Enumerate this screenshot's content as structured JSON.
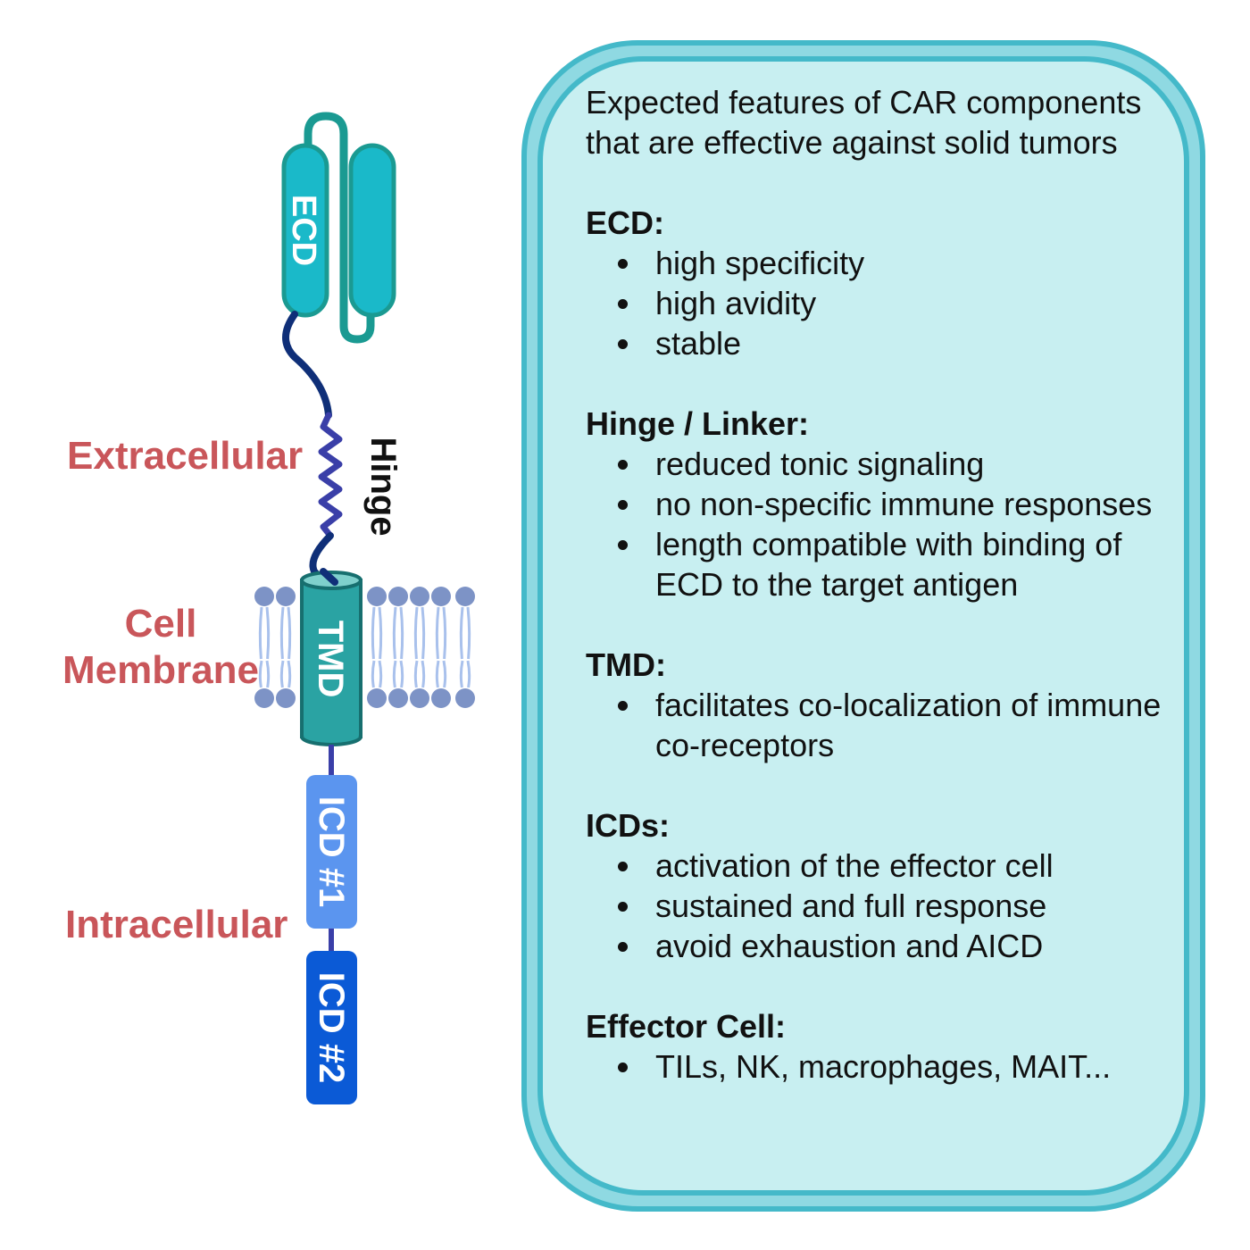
{
  "diagram": {
    "region_labels": {
      "extracellular": "Extracellular",
      "cell": "Cell",
      "membrane": "Membrane",
      "intracellular": "Intracellular"
    },
    "components": {
      "ecd": "ECD",
      "hinge": "Hinge",
      "tmd": "TMD",
      "icd1": "ICD #1",
      "icd2": "ICD #2"
    },
    "colors": {
      "region_label": "#c9565a",
      "ecd_fill": "#1ab9c9",
      "ecd_outline": "#1a9a92",
      "hinge_dark": "#0f2f78",
      "hinge_coil": "#3a3fa8",
      "tmd_fill": "#2aa3a3",
      "tmd_top": "#7fd0cc",
      "lipid_head": "#7d93c6",
      "lipid_tail": "#a9c1ec",
      "icd1_fill": "#5b95ef",
      "icd2_fill": "#0b5ad6",
      "panel_border": "#44b9c9",
      "panel_fill": "#c8eff1"
    }
  },
  "panel": {
    "title": "Expected features of CAR components that are effective against solid tumors",
    "sections": [
      {
        "heading": "ECD:",
        "items": [
          "high specificity",
          "high avidity",
          "stable"
        ]
      },
      {
        "heading": "Hinge / Linker:",
        "items": [
          "reduced tonic signaling",
          "no non-specific immune responses",
          "length compatible with binding of ECD to the target antigen"
        ]
      },
      {
        "heading": "TMD:",
        "items": [
          "facilitates co-localization of immune co-receptors"
        ]
      },
      {
        "heading": "ICDs:",
        "items": [
          "activation of the effector cell",
          "sustained and full response",
          "avoid exhaustion and AICD"
        ]
      },
      {
        "heading": "Effector Cell:",
        "items": [
          "TILs, NK, macrophages, MAIT..."
        ]
      }
    ]
  }
}
